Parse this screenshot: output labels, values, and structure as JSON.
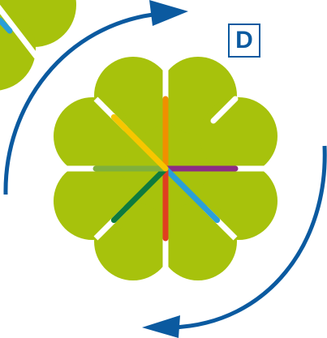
{
  "panel": {
    "label": "D"
  },
  "colors": {
    "leaf": "#a7c20c",
    "gap": "#ffffff",
    "arrow": "#0b5aa0",
    "border": "#0b5aa0",
    "spokes": [
      "#f08f00",
      "#a0d83a",
      "#8c2c85",
      "#2a9fd8",
      "#e03f1f",
      "#0d7a3e",
      "#7fb03c",
      "#f7c600"
    ]
  },
  "icons": [
    "rotation-arrow-top",
    "rotation-arrow-bottom",
    "clover-flower",
    "partial-clover"
  ]
}
